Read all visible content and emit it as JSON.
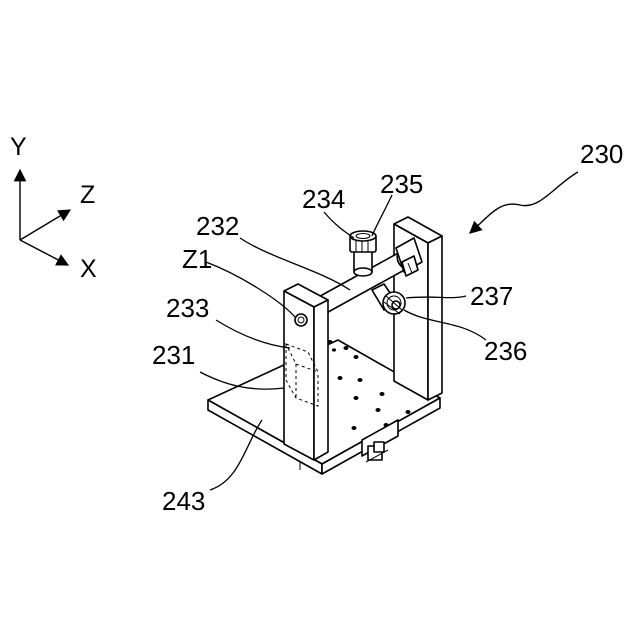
{
  "axes": {
    "y": "Y",
    "z": "Z",
    "x": "X"
  },
  "labels": {
    "assembly": "230",
    "l231": "231",
    "l232": "232",
    "l233": "233",
    "l234": "234",
    "l235": "235",
    "l236": "236",
    "l237": "237",
    "l243": "243",
    "z1": "Z1"
  },
  "colors": {
    "line": "#000000",
    "background": "#ffffff"
  }
}
